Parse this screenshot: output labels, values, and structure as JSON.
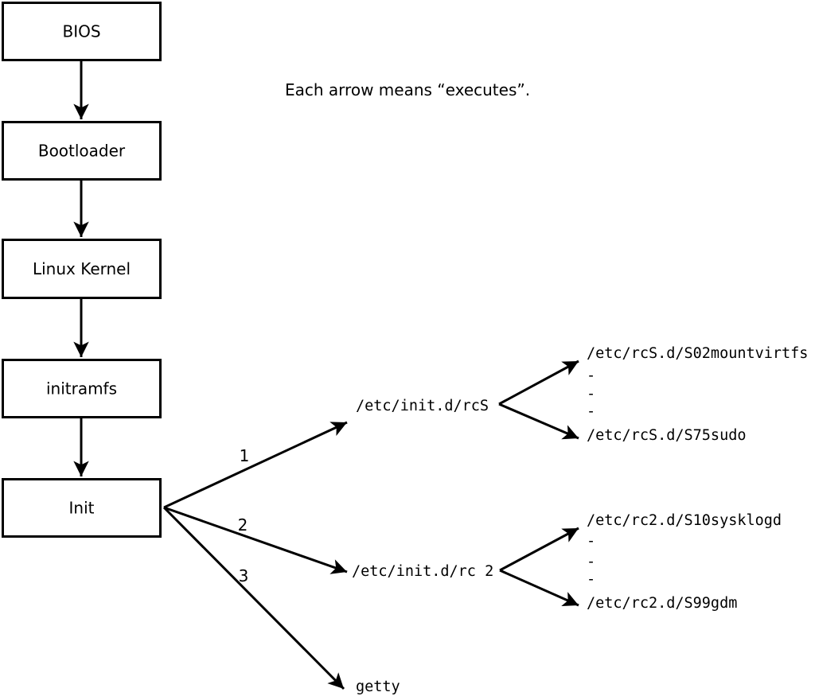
{
  "diagram": {
    "title_note": "Each arrow means “executes”.",
    "ink_color": "#000000",
    "background_color": "#ffffff"
  },
  "boot_chain": [
    {
      "label": "BIOS"
    },
    {
      "label": "Bootloader"
    },
    {
      "label": "Linux Kernel"
    },
    {
      "label": "initramfs"
    },
    {
      "label": "Init"
    }
  ],
  "init_branches": [
    {
      "number": "1",
      "target": "/etc/init.d/rcS"
    },
    {
      "number": "2",
      "target": "/etc/init.d/rc 2"
    },
    {
      "number": "3",
      "target": "getty"
    }
  ],
  "rcS_scripts": {
    "first": "/etc/rcS.d/S02mountvirtfs",
    "dots": [
      "-",
      "-",
      "-"
    ],
    "last": "/etc/rcS.d/S75sudo"
  },
  "rc2_scripts": {
    "first": "/etc/rc2.d/S10sysklogd",
    "dots": [
      "-",
      "-",
      "-"
    ],
    "last": "/etc/rc2.d/S99gdm"
  }
}
